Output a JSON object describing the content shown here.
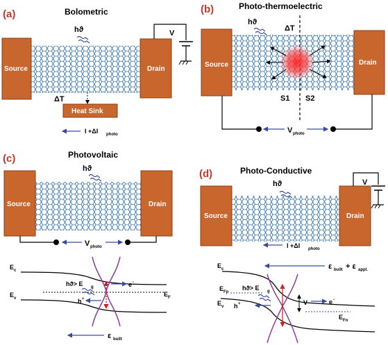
{
  "panels": {
    "a": {
      "label": "(a)",
      "title": "Bolometric",
      "source": "Source",
      "drain": "Drain",
      "light": "hϑ",
      "voltage": "V",
      "dT": "ΔT",
      "heat_sink": "Heat Sink",
      "current_main": "I +ΔI",
      "current_sub": "photo"
    },
    "b": {
      "label": "(b)",
      "title": "Photo-thermoelectric",
      "source": "Source",
      "drain": "Drain",
      "light": "hϑ",
      "dT": "ΔT",
      "s1": "S1",
      "s2": "S2",
      "vphoto_main": "V",
      "vphoto_sub": "photo"
    },
    "c": {
      "label": "(c)",
      "title": "Photovoltaic",
      "source": "Source",
      "drain": "Drain",
      "light": "hϑ",
      "vphoto_main": "V",
      "vphoto_sub": "photo",
      "band": {
        "ec_main": "E",
        "ec_sub": "c",
        "ev_main": "E",
        "ev_sub": "v",
        "ef_main": "E",
        "ef_sub": "F",
        "excite_main": "hϑ> E",
        "excite_sub": "g",
        "electron": "e",
        "electron_sup": "-",
        "hole": "h",
        "hole_sup": "+",
        "field_main": "ε",
        "field_sub": "built"
      }
    },
    "d": {
      "label": "(d)",
      "title": "Photo-Conductive",
      "source": "Source",
      "drain": "Drain",
      "light": "hϑ",
      "voltage": "V",
      "current_main": "I +ΔI",
      "current_sub": "photo",
      "band": {
        "ec_main": "E",
        "ec_sub": "c",
        "ev_main": "E",
        "ev_sub": "v",
        "efp_main": "E",
        "efp_sub": "Fp",
        "efn_main": "E",
        "efn_sub": "Fn",
        "excite_main": "hϑ> E",
        "excite_sub": "g",
        "v_label": "V",
        "electron": "e",
        "electron_sup": "-",
        "hole": "h",
        "hole_sup": "+",
        "field_main": "ε",
        "field_sub1": "built",
        "field_mid": "+ ε",
        "field_sub2": "appl."
      }
    }
  },
  "colors": {
    "electrode": "#c8662e",
    "electrode_edge": "#8a3f16",
    "graphene": "#2f6fa8",
    "label": "#c0392b",
    "arrow": "#3a4a9a",
    "band_cone": "#8a3aa0",
    "excitation": "#d02020"
  }
}
